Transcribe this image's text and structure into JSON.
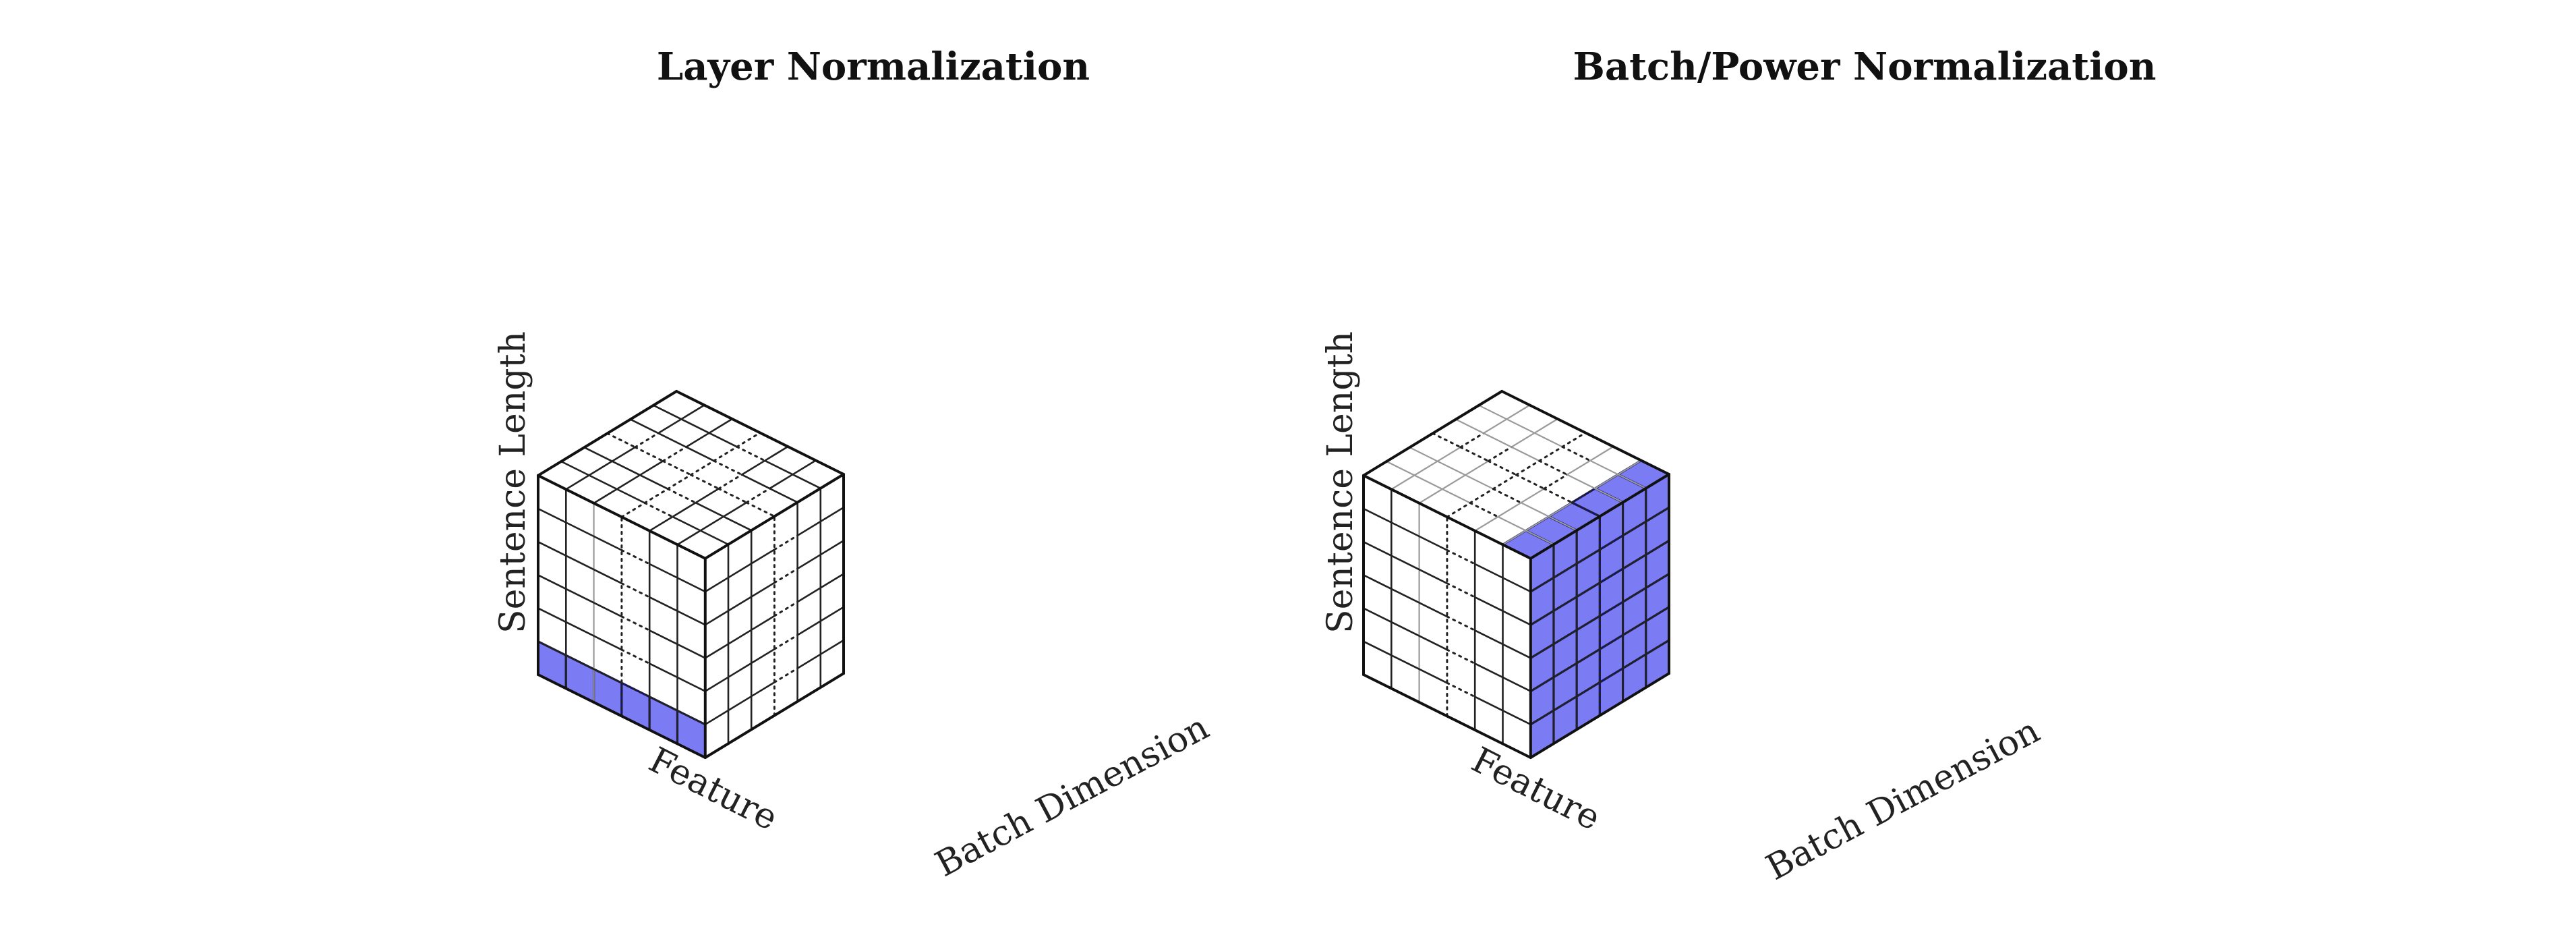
{
  "figures": [
    {
      "title": "Layer Normalization",
      "axes": {
        "vertical": "Sentence Length",
        "left": "Feature",
        "right": "Batch Dimension"
      },
      "highlight": "bottom-left-feature-row"
    },
    {
      "title": "Batch/Power Normalization",
      "axes": {
        "vertical": "Sentence Length",
        "left": "Feature",
        "right": "Batch Dimension"
      },
      "highlight": "right-batch-face"
    }
  ],
  "colors": {
    "highlight_fill": "#7b7bf4",
    "highlight_stroke": "#15156e",
    "line": "#111111"
  }
}
